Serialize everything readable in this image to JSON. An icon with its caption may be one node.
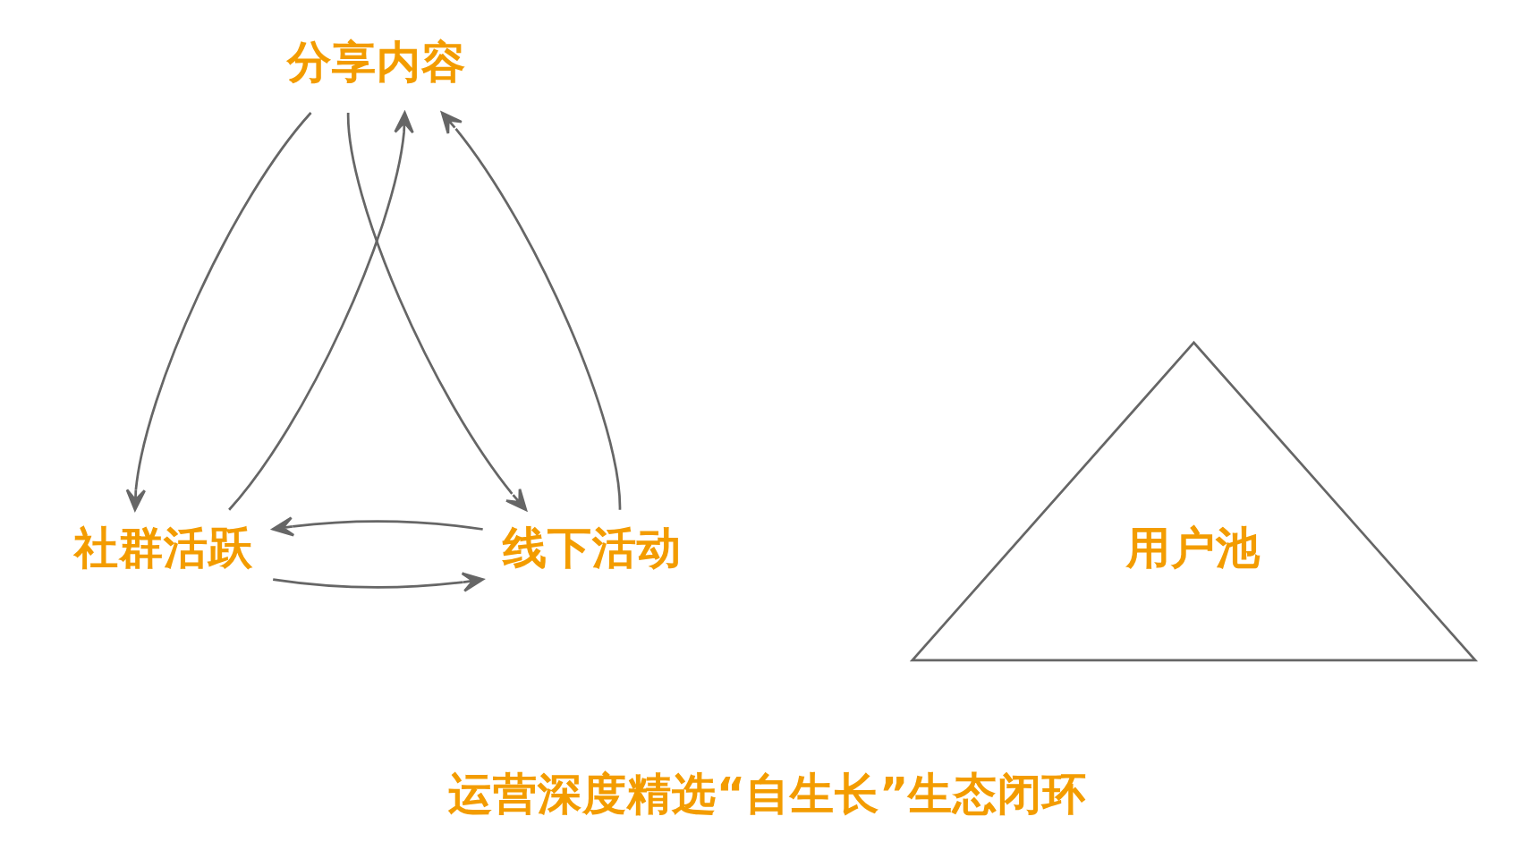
{
  "diagram": {
    "caption": "运营深度精选“自生长”生态闭环",
    "nodes": [
      {
        "text": [
          "分享内容"
        ]
      },
      {
        "text": [
          "社群活跃"
        ]
      },
      {
        "text": [
          "用户池"
        ]
      },
      {
        "text": [
          "线下活动"
        ]
      }
    ],
    "edges": [
      {
        "from": 1,
        "to": 0,
        "arrow": "to"
      },
      {
        "from": 0,
        "to": 1,
        "arrow": "to"
      },
      {
        "from": 3,
        "to": 0,
        "arrow": "to"
      },
      {
        "from": 0,
        "to": 3,
        "arrow": "to"
      },
      {
        "from": 1,
        "to": 3,
        "arrow": "to"
      },
      {
        "from": 3,
        "to": 1,
        "arrow": "to"
      }
    ]
  }
}
